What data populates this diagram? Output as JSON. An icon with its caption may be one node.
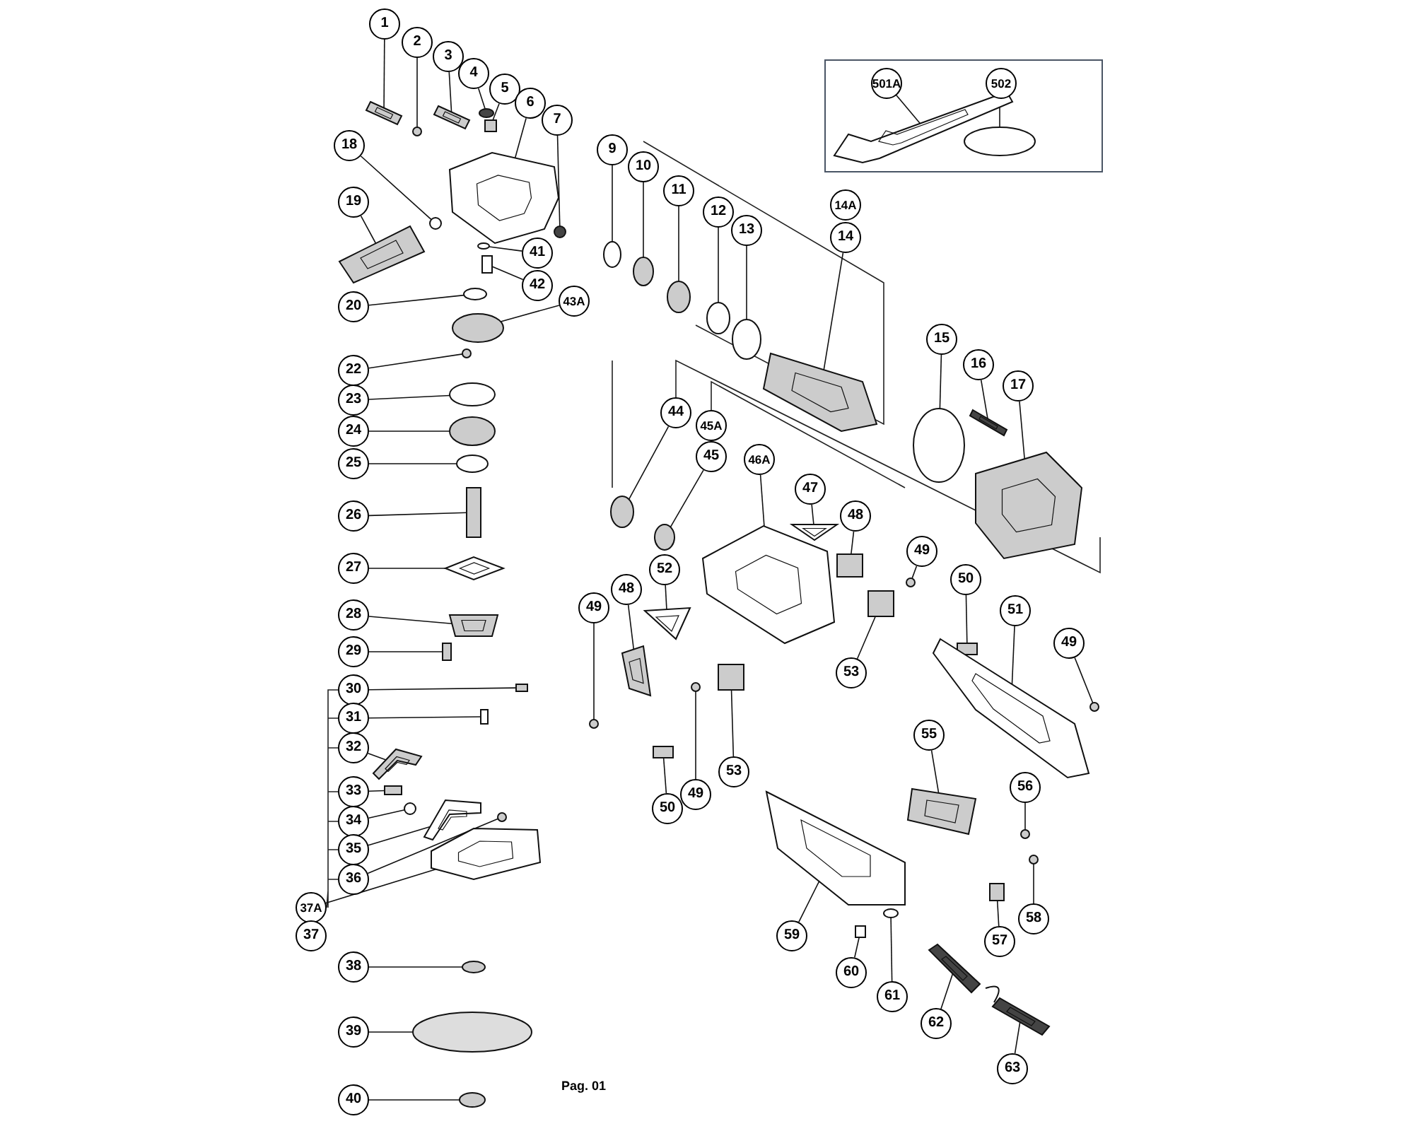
{
  "diagram": {
    "nodes": [
      {
        "text": [],
        "shape": "box"
      },
      {
        "text": [
          "501A"
        ],
        "in": 0
      },
      {
        "text": [
          "502"
        ],
        "in": 0
      },
      {
        "text": [
          "1"
        ]
      },
      {
        "text": [
          "2"
        ]
      },
      {
        "text": [
          "3"
        ]
      },
      {
        "text": [
          "4"
        ]
      },
      {
        "text": [
          "5"
        ]
      },
      {
        "text": [
          "6"
        ]
      },
      {
        "text": [
          "7"
        ]
      },
      {
        "text": [
          "9"
        ]
      },
      {
        "text": [
          "10"
        ]
      },
      {
        "text": [
          "11"
        ]
      },
      {
        "text": [
          "12"
        ]
      },
      {
        "text": [
          "13"
        ]
      },
      {
        "text": [
          "14A"
        ]
      },
      {
        "text": [
          "14"
        ]
      },
      {
        "text": [
          "15"
        ]
      },
      {
        "text": [
          "16"
        ]
      },
      {
        "text": [
          "17"
        ]
      },
      {
        "text": [
          "18"
        ]
      },
      {
        "text": [
          "19"
        ]
      },
      {
        "text": [
          "41"
        ]
      },
      {
        "text": [
          "42"
        ]
      },
      {
        "text": [
          "20"
        ]
      },
      {
        "text": [
          "43A"
        ]
      },
      {
        "text": [
          "22"
        ]
      },
      {
        "text": [
          "23"
        ]
      },
      {
        "text": [
          "24"
        ]
      },
      {
        "text": [
          "25"
        ]
      },
      {
        "text": [
          "26"
        ]
      },
      {
        "text": [
          "44"
        ]
      },
      {
        "text": [
          "45A"
        ]
      },
      {
        "text": [
          "45"
        ]
      },
      {
        "text": [
          "46A"
        ]
      },
      {
        "text": [
          "47"
        ]
      },
      {
        "text": [
          "48"
        ]
      },
      {
        "text": [
          "49"
        ]
      },
      {
        "text": [
          "27"
        ]
      },
      {
        "text": [
          "52"
        ]
      },
      {
        "text": [
          "50"
        ]
      },
      {
        "text": [
          "48"
        ]
      },
      {
        "text": [
          "49"
        ]
      },
      {
        "text": [
          "51"
        ]
      },
      {
        "text": [
          "28"
        ]
      },
      {
        "text": [
          "49"
        ]
      },
      {
        "text": [
          "29"
        ]
      },
      {
        "text": [
          "53"
        ]
      },
      {
        "text": [
          "30"
        ]
      },
      {
        "text": [
          "31"
        ]
      },
      {
        "text": [
          "55"
        ]
      },
      {
        "text": [
          "32"
        ]
      },
      {
        "text": [
          "53"
        ]
      },
      {
        "text": [
          "56"
        ]
      },
      {
        "text": [
          "33"
        ]
      },
      {
        "text": [
          "49"
        ]
      },
      {
        "text": [
          "50"
        ]
      },
      {
        "text": [
          "34"
        ]
      },
      {
        "text": [
          "35"
        ]
      },
      {
        "text": [
          "36"
        ]
      },
      {
        "text": [
          "37A"
        ]
      },
      {
        "text": [
          "37"
        ]
      },
      {
        "text": [
          "58"
        ]
      },
      {
        "text": [
          "59"
        ]
      },
      {
        "text": [
          "57"
        ]
      },
      {
        "text": [
          "38"
        ]
      },
      {
        "text": [
          "60"
        ]
      },
      {
        "text": [
          "61"
        ]
      },
      {
        "text": [
          "62"
        ]
      },
      {
        "text": [
          "39"
        ]
      },
      {
        "text": [
          "63"
        ]
      },
      {
        "text": [
          "40"
        ]
      },
      {
        "text": [],
        "shape": "picture",
        "in": 0
      },
      {
        "text": [],
        "shape": "circle",
        "in": 0
      },
      {
        "text": [],
        "shape": "picture"
      },
      {
        "text": [],
        "shape": "circle"
      },
      {
        "text": [],
        "shape": "picture"
      },
      {
        "text": [],
        "shape": "circle"
      },
      {
        "text": [],
        "shape": "box"
      },
      {
        "text": [],
        "shape": "picture"
      },
      {
        "text": [],
        "shape": "circle"
      },
      {
        "text": [],
        "shape": "circle"
      },
      {
        "text": [],
        "shape": "circle"
      },
      {
        "text": [],
        "shape": "circle"
      },
      {
        "text": [],
        "shape": "circle"
      },
      {
        "text": [],
        "shape": "circle"
      },
      {
        "text": [],
        "shape": "picture"
      },
      {
        "text": [],
        "shape": "circle"
      },
      {
        "text": [],
        "shape": "picture"
      },
      {
        "text": [],
        "shape": "picture"
      },
      {
        "text": [],
        "shape": "circle"
      },
      {
        "text": [],
        "shape": "picture"
      },
      {
        "text": [],
        "shape": "circle"
      },
      {
        "text": [],
        "shape": "box"
      },
      {
        "text": [],
        "shape": "circle"
      },
      {
        "text": [],
        "shape": "circle"
      },
      {
        "text": [],
        "shape": "circle"
      },
      {
        "text": [],
        "shape": "circle"
      },
      {
        "text": [],
        "shape": "circle"
      },
      {
        "text": [],
        "shape": "circle"
      },
      {
        "text": [],
        "shape": "box"
      },
      {
        "text": [],
        "shape": "circle"
      },
      {
        "text": [],
        "shape": "circle"
      },
      {
        "text": [],
        "shape": "picture"
      },
      {
        "text": [],
        "shape": "picture"
      },
      {
        "text": [],
        "shape": "box"
      },
      {
        "text": [],
        "shape": "circle"
      },
      {
        "text": [],
        "shape": "picture"
      },
      {
        "text": [],
        "shape": "picture"
      },
      {
        "text": [],
        "shape": "box"
      },
      {
        "text": [],
        "shape": "picture"
      },
      {
        "text": [],
        "shape": "circle"
      },
      {
        "text": [],
        "shape": "picture"
      },
      {
        "text": [],
        "shape": "picture"
      },
      {
        "text": [],
        "shape": "circle"
      },
      {
        "text": [],
        "shape": "box"
      },
      {
        "text": [],
        "shape": "box"
      },
      {
        "text": [],
        "shape": "box"
      },
      {
        "text": [],
        "shape": "box"
      },
      {
        "text": [],
        "shape": "picture"
      },
      {
        "text": [],
        "shape": "picture"
      },
      {
        "text": [],
        "shape": "box"
      },
      {
        "text": [],
        "shape": "circle"
      },
      {
        "text": [],
        "shape": "box"
      },
      {
        "text": [],
        "shape": "circle"
      },
      {
        "text": [],
        "shape": "box"
      },
      {
        "text": [],
        "shape": "circle"
      },
      {
        "text": [],
        "shape": "picture"
      },
      {
        "text": [],
        "shape": "circle"
      },
      {
        "text": [],
        "shape": "picture"
      },
      {
        "text": [],
        "shape": "circle"
      },
      {
        "text": [],
        "shape": "picture"
      },
      {
        "text": [],
        "shape": "box"
      },
      {
        "text": [],
        "shape": "circle"
      },
      {
        "text": [],
        "shape": "box"
      },
      {
        "text": [],
        "shape": "circle"
      },
      {
        "text": [],
        "shape": "picture"
      },
      {
        "text": [],
        "shape": "circle"
      },
      {
        "text": [],
        "shape": "picture"
      },
      {
        "text": [],
        "shape": "circle"
      }
    ],
    "edges": [
      {
        "from": 1,
        "to": 72,
        "arrow": "none"
      },
      {
        "from": 2,
        "to": 73,
        "arrow": "none"
      },
      {
        "from": 3,
        "to": 74,
        "arrow": "none"
      },
      {
        "from": 4,
        "to": 75,
        "arrow": "none"
      },
      {
        "from": 5,
        "to": 76,
        "arrow": "none"
      },
      {
        "from": 6,
        "to": 77,
        "arrow": "none"
      },
      {
        "from": 7,
        "to": 78,
        "arrow": "none"
      },
      {
        "from": 8,
        "to": 79,
        "arrow": "none"
      },
      {
        "from": 9,
        "to": 80,
        "arrow": "none"
      },
      {
        "from": 10,
        "to": 81,
        "arrow": "none"
      },
      {
        "from": 11,
        "to": 82,
        "arrow": "none"
      },
      {
        "from": 12,
        "to": 83,
        "arrow": "none"
      },
      {
        "from": 13,
        "to": 84,
        "arrow": "none"
      },
      {
        "from": 14,
        "to": 85,
        "arrow": "none"
      },
      {
        "from": 16,
        "to": 86,
        "arrow": "none"
      },
      {
        "from": 17,
        "to": 87,
        "arrow": "none"
      },
      {
        "from": 18,
        "to": 88,
        "arrow": "none"
      },
      {
        "from": 19,
        "to": 89,
        "arrow": "none"
      },
      {
        "from": 20,
        "to": 90,
        "arrow": "none"
      },
      {
        "from": 21,
        "to": 91,
        "arrow": "none"
      },
      {
        "from": 22,
        "to": 92,
        "arrow": "none"
      },
      {
        "from": 23,
        "to": 93,
        "arrow": "none"
      },
      {
        "from": 24,
        "to": 94,
        "arrow": "none"
      },
      {
        "from": 25,
        "to": 95,
        "arrow": "none"
      },
      {
        "from": 26,
        "to": 96,
        "arrow": "none"
      },
      {
        "from": 27,
        "to": 97,
        "arrow": "none"
      },
      {
        "from": 28,
        "to": 98,
        "arrow": "none"
      },
      {
        "from": 29,
        "to": 99,
        "arrow": "none"
      },
      {
        "from": 30,
        "to": 100,
        "arrow": "none"
      },
      {
        "from": 31,
        "to": 101,
        "arrow": "none"
      },
      {
        "from": 33,
        "to": 102,
        "arrow": "none"
      },
      {
        "from": 34,
        "to": 103,
        "arrow": "none"
      },
      {
        "from": 35,
        "to": 104,
        "arrow": "none"
      },
      {
        "from": 36,
        "to": 105,
        "arrow": "none"
      },
      {
        "from": 37,
        "to": 106,
        "arrow": "none"
      },
      {
        "from": 38,
        "to": 107,
        "arrow": "none"
      },
      {
        "from": 39,
        "to": 108,
        "arrow": "none"
      },
      {
        "from": 40,
        "to": 109,
        "arrow": "none"
      },
      {
        "from": 41,
        "to": 110,
        "arrow": "none"
      },
      {
        "from": 42,
        "to": 111,
        "arrow": "none"
      },
      {
        "from": 43,
        "to": 112,
        "arrow": "none"
      },
      {
        "from": 44,
        "to": 113,
        "arrow": "none"
      },
      {
        "from": 45,
        "to": 114,
        "arrow": "none"
      },
      {
        "from": 46,
        "to": 115,
        "arrow": "none"
      },
      {
        "from": 47,
        "to": 116,
        "arrow": "none"
      },
      {
        "from": 48,
        "to": 117,
        "arrow": "none"
      },
      {
        "from": 49,
        "to": 118,
        "arrow": "none"
      },
      {
        "from": 50,
        "to": 119,
        "arrow": "none"
      },
      {
        "from": 51,
        "to": 120,
        "arrow": "none"
      },
      {
        "from": 52,
        "to": 121,
        "arrow": "none"
      },
      {
        "from": 53,
        "to": 122,
        "arrow": "none"
      },
      {
        "from": 54,
        "to": 123,
        "arrow": "none"
      },
      {
        "from": 55,
        "to": 124,
        "arrow": "none"
      },
      {
        "from": 56,
        "to": 125,
        "arrow": "none"
      },
      {
        "from": 57,
        "to": 126,
        "arrow": "none"
      },
      {
        "from": 58,
        "to": 127,
        "arrow": "none"
      },
      {
        "from": 59,
        "to": 128,
        "arrow": "none"
      },
      {
        "from": 60,
        "to": 129,
        "arrow": "none"
      },
      {
        "from": 62,
        "to": 130,
        "arrow": "none"
      },
      {
        "from": 63,
        "to": 131,
        "arrow": "none"
      },
      {
        "from": 64,
        "to": 132,
        "arrow": "none"
      },
      {
        "from": 65,
        "to": 133,
        "arrow": "none"
      },
      {
        "from": 66,
        "to": 134,
        "arrow": "none"
      },
      {
        "from": 67,
        "to": 135,
        "arrow": "none"
      },
      {
        "from": 68,
        "to": 136,
        "arrow": "none"
      },
      {
        "from": 69,
        "to": 137,
        "arrow": "none"
      },
      {
        "from": 70,
        "to": 138,
        "arrow": "none"
      },
      {
        "from": 71,
        "to": 139,
        "arrow": "none"
      }
    ],
    "labels": [
      "Pag. 01"
    ]
  }
}
